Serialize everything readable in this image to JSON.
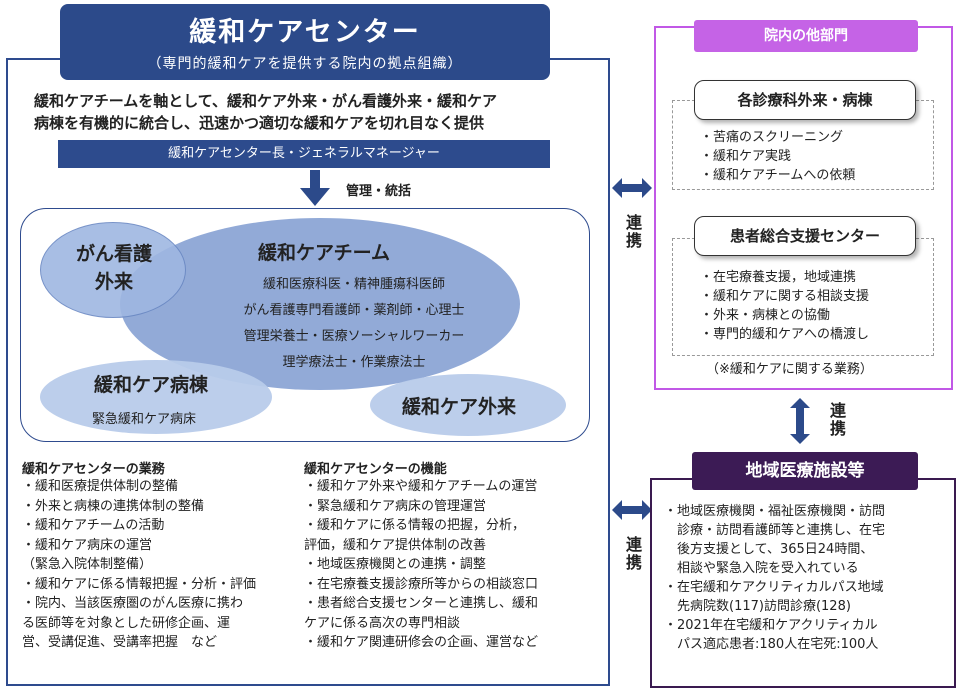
{
  "title": "緩和ケアセンター",
  "subtitle": "（専門的緩和ケアを提供する院内の拠点組織）",
  "intro_line1": "緩和ケアチームを軸として、緩和ケア外来・がん看護外来・緩和ケア",
  "intro_line2": "病棟を有機的に統合し、迅速かつ適切な緩和ケアを切れ目なく提供",
  "leader": "緩和ケアセンター長・ジェネラルマネージャー",
  "management_label": "管理・統括",
  "team": {
    "name": "緩和ケアチーム",
    "members": [
      "緩和医療科医・精神腫瘍科医師",
      "がん看護専門看護師・薬剤師・心理士",
      "管理栄養士・医療ソーシャルワーカー",
      "理学療法士・作業療法士"
    ]
  },
  "gan_outpatient": {
    "line1": "がん看護",
    "line2": "外来"
  },
  "ward": {
    "name": "緩和ケア病棟",
    "sub": "緊急緩和ケア病床"
  },
  "outpatient": "緩和ケア外来",
  "duties": {
    "title": "緩和ケアセンターの業務",
    "items": [
      "・緩和医療提供体制の整備",
      "・外来と病棟の連携体制の整備",
      "・緩和ケアチームの活動",
      "・緩和ケア病床の運営",
      "（緊急入院体制整備）",
      "・緩和ケアに係る情報把握・分析・評価",
      "・院内、当該医療圏のがん医療に携わ",
      "る医師等を対象とした研修企画、運",
      "営、受講促進、受講率把握　など"
    ]
  },
  "functions": {
    "title": "緩和ケアセンターの機能",
    "items": [
      "・緩和ケア外来や緩和ケアチームの運営",
      "・緊急緩和ケア病床の管理運営",
      "・緩和ケアに係る情報の把握，分析，",
      "評価，緩和ケア提供体制の改善",
      "・地域医療機関との連携・調整",
      "・在宅療養支援診療所等からの相談窓口",
      "・患者総合支援センターと連携し、緩和",
      "ケアに係る高次の専門相談",
      "・緩和ケア関連研修会の企画、運営など"
    ]
  },
  "other_departments": {
    "title": "院内の他部門",
    "clinics": {
      "name": "各診療科外来・病棟",
      "items": [
        "・苦痛のスクリーニング",
        "・緩和ケア実践",
        "・緩和ケアチームへの依頼"
      ]
    },
    "support": {
      "name": "患者総合支援センター",
      "items": [
        "・在宅療養支援，地域連携",
        "・緩和ケアに関する相談支援",
        "・外来・病棟との協働",
        "・専門的緩和ケアへの橋渡し"
      ],
      "note": "（※緩和ケアに関する業務）"
    }
  },
  "renkei": "連携",
  "regional": {
    "title": "地域医療施設等",
    "items": [
      "・地域医療機関・福祉医療機関・訪問",
      "診療・訪問看護師等と連携し、在宅",
      "後方支援として、365日24時間、",
      "相談や緊急入院を受入れている",
      "・在宅緩和ケアクリティカルパス地域",
      "先病院数(117)訪問診療(128)",
      "・2021年在宅緩和ケアクリティカル",
      "パス適応患者:180人在宅死:100人"
    ]
  },
  "colors": {
    "main_blue": "#2c4a8a",
    "purple": "#c563e6",
    "dark_purple": "#3c1b55"
  }
}
